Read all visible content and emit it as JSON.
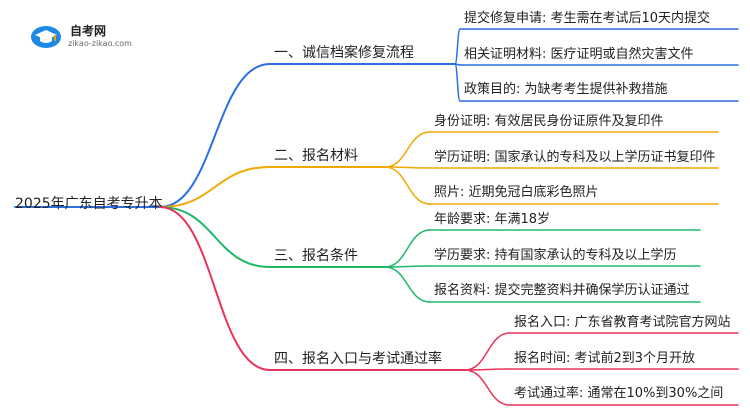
{
  "logo": {
    "title": "自考网",
    "url": "zikao-zikao.com"
  },
  "root": {
    "label": "2025年广东自考专升本"
  },
  "branches": [
    {
      "label": "一、诚信档案修复流程",
      "color": "#2b6fe3",
      "leaves": [
        "提交修复申请: 考生需在考试后10天内提交",
        "相关证明材料: 医疗证明或自然灾害文件",
        "政策目的: 为缺考考生提供补救措施"
      ]
    },
    {
      "label": "二、报名材料",
      "color": "#f0a800",
      "leaves": [
        "身份证明: 有效居民身份证原件及复印件",
        "学历证明: 国家承认的专科及以上学历证书复印件",
        "照片: 近期免冠白底彩色照片"
      ]
    },
    {
      "label": "三、报名条件",
      "color": "#1fb86a",
      "leaves": [
        "年龄要求: 年满18岁",
        "学历要求: 持有国家承认的专科及以上学历",
        "报名资料: 提交完整资料并确保学历认证通过"
      ]
    },
    {
      "label": "四、报名入口与考试通过率",
      "color": "#e8335a",
      "leaves": [
        "报名入口: 广东省教育考试院官方网站",
        "报名时间: 考试前2到3个月开放",
        "考试通过率: 通常在10%到30%之间"
      ]
    }
  ]
}
